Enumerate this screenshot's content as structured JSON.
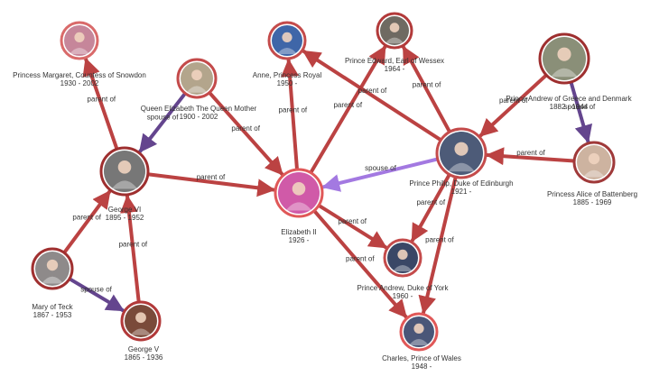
{
  "nodes": [
    {
      "id": "margaret",
      "name": "Princess Margaret, Countess of Snowdon",
      "dates": "1930 - 2002",
      "ring": "#d96a6a",
      "fill": "#c6869a"
    },
    {
      "id": "qm",
      "name": "Queen Elizabeth The Queen Mother",
      "dates": "1900 - 2002",
      "ring": "#c44b4b",
      "fill": "#b3a58c"
    },
    {
      "id": "anne",
      "name": "Anne, Princess Royal",
      "dates": "1950 -",
      "ring": "#c44b4b",
      "fill": "#3f66a8"
    },
    {
      "id": "edward",
      "name": "Prince Edward, Earl of Wessex",
      "dates": "1964 -",
      "ring": "#b23a3a",
      "fill": "#6f6a62"
    },
    {
      "id": "andrew_greece",
      "name": "Prince Andrew of Greece and Denmark",
      "dates": "1882 - 1944",
      "ring": "#9e2f2f",
      "fill": "#8a8f78"
    },
    {
      "id": "george6",
      "name": "George VI",
      "dates": "1895 - 1952",
      "ring": "#9e2f2f",
      "fill": "#777777"
    },
    {
      "id": "elizabeth",
      "name": "Elizabeth II",
      "dates": "1926 -",
      "ring": "#e05858",
      "fill": "#d05aa8"
    },
    {
      "id": "philip",
      "name": "Prince Philip, Duke of Edinburgh",
      "dates": "1921 -",
      "ring": "#c44b4b",
      "fill": "#4d5b78"
    },
    {
      "id": "alice",
      "name": "Princess Alice of Battenberg",
      "dates": "1885 - 1969",
      "ring": "#a03a3a",
      "fill": "#cdb3a0"
    },
    {
      "id": "mary",
      "name": "Mary of Teck",
      "dates": "1867 - 1953",
      "ring": "#a03030",
      "fill": "#8e8a8a"
    },
    {
      "id": "andrew_york",
      "name": "Prince Andrew, Duke of York",
      "dates": "1960 -",
      "ring": "#c44b4b",
      "fill": "#3a4766"
    },
    {
      "id": "george5",
      "name": "George V",
      "dates": "1865 - 1936",
      "ring": "#b23a3a",
      "fill": "#7a4a3a"
    },
    {
      "id": "charles",
      "name": "Charles, Prince of Wales",
      "dates": "1948 -",
      "ring": "#e05858",
      "fill": "#4a5678"
    }
  ],
  "edges": [
    {
      "from": "george6",
      "to": "margaret",
      "label": "parent of",
      "kind": "parent"
    },
    {
      "from": "qm",
      "to": "george6",
      "label": "spouse of",
      "kind": "spouse"
    },
    {
      "from": "qm",
      "to": "elizabeth",
      "label": "parent of",
      "kind": "parent"
    },
    {
      "from": "george6",
      "to": "elizabeth",
      "label": "parent of",
      "kind": "parent"
    },
    {
      "from": "elizabeth",
      "to": "anne",
      "label": "parent of",
      "kind": "parent"
    },
    {
      "from": "elizabeth",
      "to": "edward",
      "label": "parent of",
      "kind": "parent"
    },
    {
      "from": "philip",
      "to": "anne",
      "label": "parent of",
      "kind": "parent"
    },
    {
      "from": "philip",
      "to": "edward",
      "label": "parent of",
      "kind": "parent"
    },
    {
      "from": "andrew_greece",
      "to": "philip",
      "label": "parent of",
      "kind": "parent"
    },
    {
      "from": "andrew_greece",
      "to": "alice",
      "label": "spouse of",
      "kind": "spouse"
    },
    {
      "from": "alice",
      "to": "philip",
      "label": "parent of",
      "kind": "parent"
    },
    {
      "from": "philip",
      "to": "elizabeth",
      "label": "spouse of",
      "kind": "spouse"
    },
    {
      "from": "elizabeth",
      "to": "andrew_york",
      "label": "parent of",
      "kind": "parent"
    },
    {
      "from": "elizabeth",
      "to": "charles",
      "label": "parent of",
      "kind": "parent"
    },
    {
      "from": "philip",
      "to": "andrew_york",
      "label": "parent of",
      "kind": "parent"
    },
    {
      "from": "philip",
      "to": "charles",
      "label": "parent of",
      "kind": "parent"
    },
    {
      "from": "mary",
      "to": "george6",
      "label": "parent of",
      "kind": "parent"
    },
    {
      "from": "george5",
      "to": "george6",
      "label": "parent of",
      "kind": "parent"
    },
    {
      "from": "mary",
      "to": "george5",
      "label": "spouse of",
      "kind": "spouse"
    }
  ],
  "colors": {
    "parent_edge": "#b83838",
    "spouse_edge_dark": "#5c3c88",
    "spouse_edge_light": "#9f72e0",
    "label_text": "#333333"
  }
}
